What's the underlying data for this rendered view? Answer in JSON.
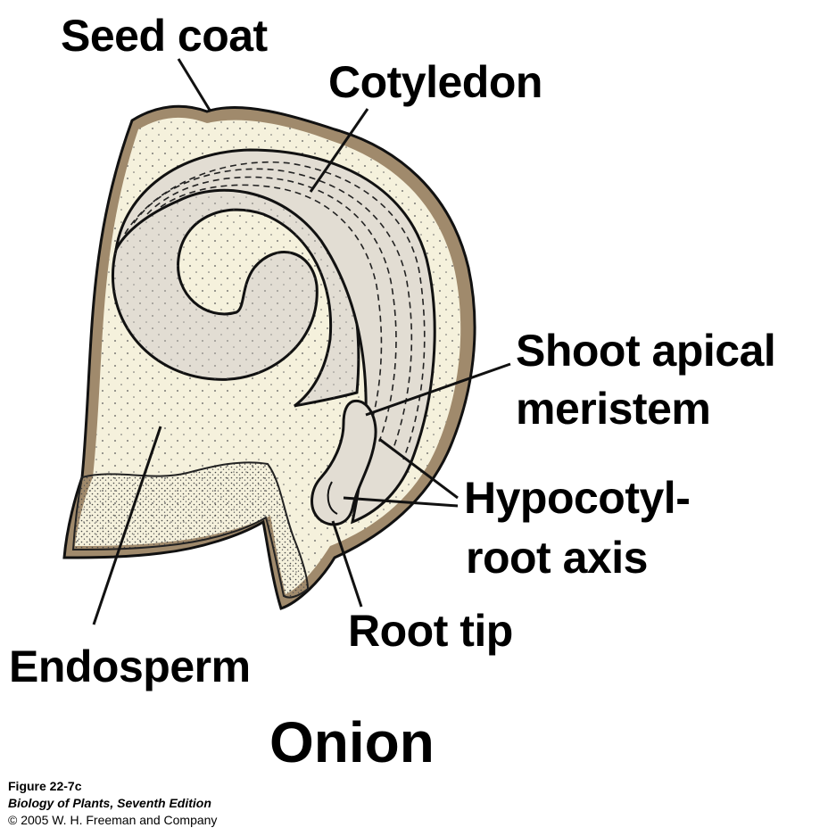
{
  "labels": {
    "seed_coat": "Seed coat",
    "cotyledon": "Cotyledon",
    "shoot_apical_1": "Shoot apical",
    "shoot_apical_2": "meristem",
    "hypocotyl_1": "Hypocotyl-",
    "hypocotyl_2": "root axis",
    "root_tip": "Root tip",
    "endosperm": "Endosperm"
  },
  "title": "Onion",
  "credits": {
    "figure": "Figure 22-7c",
    "book": "Biology of Plants, Seventh Edition",
    "copyright": "© 2005 W. H. Freeman and Company"
  },
  "colors": {
    "seed_coat": "#a08a6c",
    "endosperm": "#f5f1dc",
    "embryo": "#e2ddd3",
    "outline": "#111111"
  }
}
